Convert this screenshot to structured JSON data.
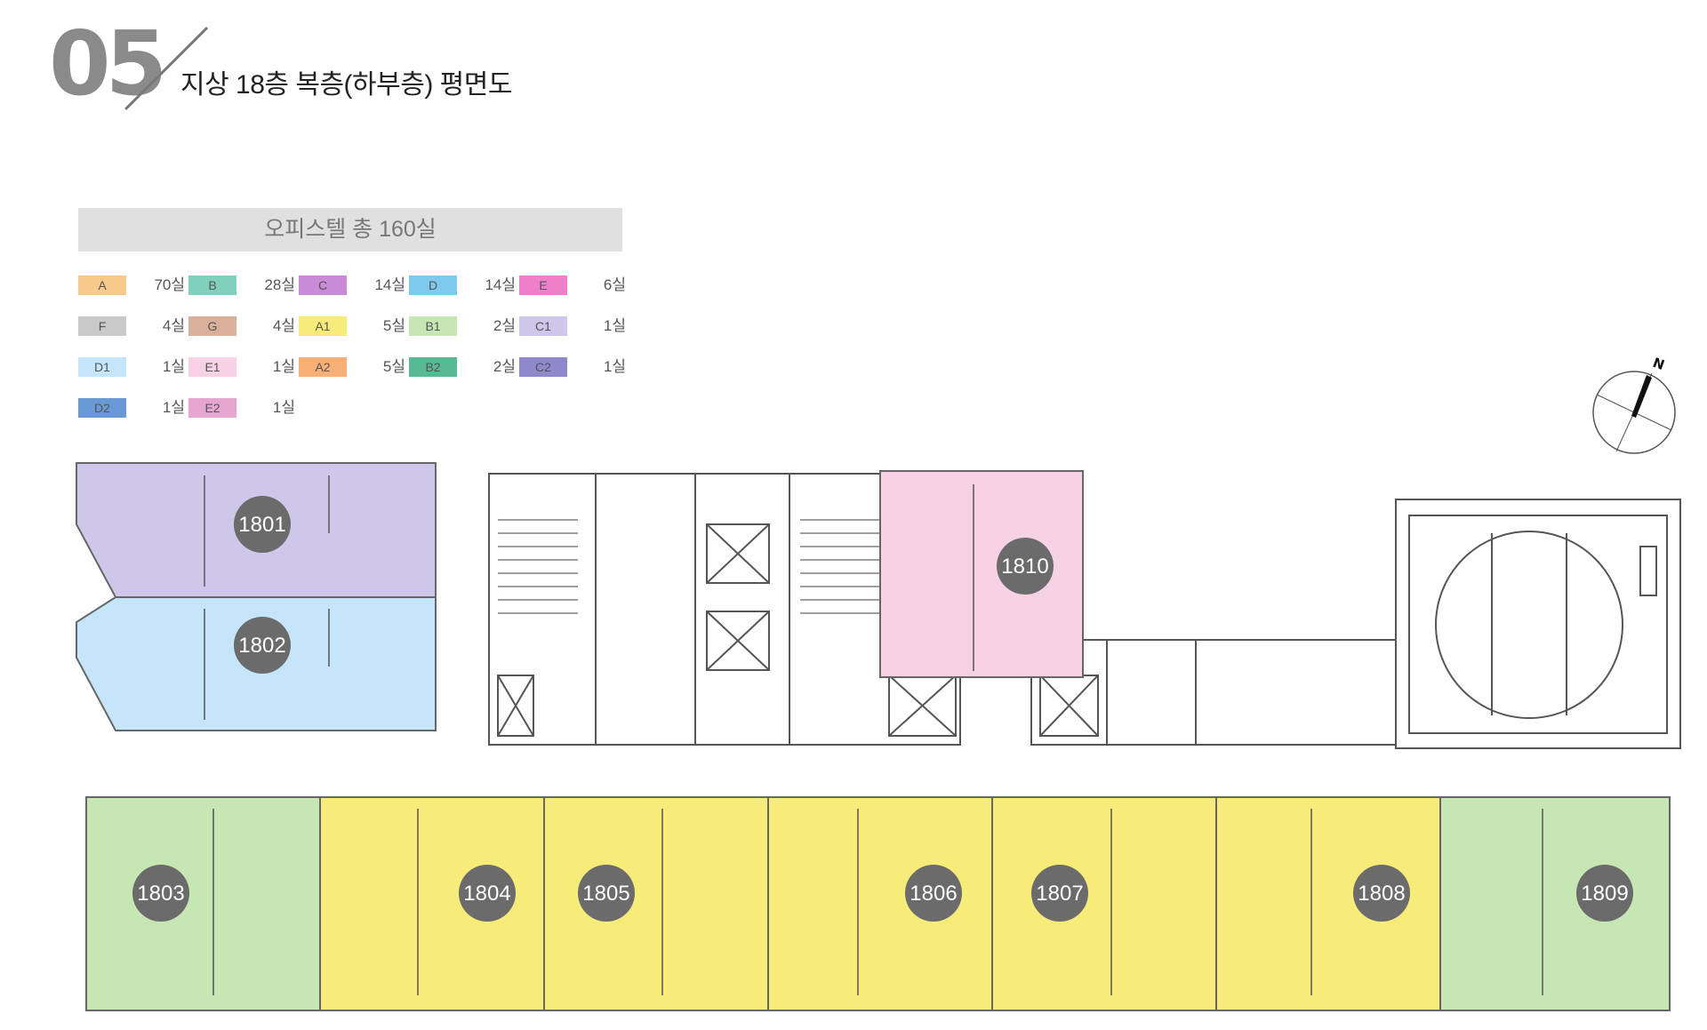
{
  "header": {
    "page_number": "05",
    "title": "지상 18층 복층(하부층) 평면도"
  },
  "legend": {
    "banner": "오피스텔 총 160실",
    "items": [
      {
        "code": "A",
        "count": "70실",
        "color": "#f7c98a"
      },
      {
        "code": "B",
        "count": "28실",
        "color": "#7fd0bd"
      },
      {
        "code": "C",
        "count": "14실",
        "color": "#c98ad6"
      },
      {
        "code": "D",
        "count": "14실",
        "color": "#7fc9ee"
      },
      {
        "code": "E",
        "count": "6실",
        "color": "#ef7fc9"
      },
      {
        "code": "F",
        "count": "4실",
        "color": "#c9c9c9"
      },
      {
        "code": "G",
        "count": "4실",
        "color": "#d9b09a"
      },
      {
        "code": "A1",
        "count": "5실",
        "color": "#f7ec7a"
      },
      {
        "code": "B1",
        "count": "2실",
        "color": "#c6e6b3"
      },
      {
        "code": "C1",
        "count": "1실",
        "color": "#cfc7ea"
      },
      {
        "code": "D1",
        "count": "1실",
        "color": "#c5e6fa"
      },
      {
        "code": "E1",
        "count": "1실",
        "color": "#f7d2e6"
      },
      {
        "code": "A2",
        "count": "5실",
        "color": "#f6b078"
      },
      {
        "code": "B2",
        "count": "2실",
        "color": "#59b996"
      },
      {
        "code": "C2",
        "count": "1실",
        "color": "#8f88cc"
      },
      {
        "code": "D2",
        "count": "1실",
        "color": "#6a9ad6"
      },
      {
        "code": "E2",
        "count": "1실",
        "color": "#e6a6cf"
      }
    ]
  },
  "compass": {
    "label": "N"
  },
  "units": [
    {
      "number": "1801",
      "type": "C1"
    },
    {
      "number": "1802",
      "type": "D1"
    },
    {
      "number": "1803",
      "type": "B1"
    },
    {
      "number": "1804",
      "type": "A1"
    },
    {
      "number": "1805",
      "type": "A1"
    },
    {
      "number": "1806",
      "type": "A1"
    },
    {
      "number": "1807",
      "type": "A1"
    },
    {
      "number": "1808",
      "type": "A1"
    },
    {
      "number": "1809",
      "type": "B1"
    },
    {
      "number": "1810",
      "type": "E1"
    }
  ]
}
